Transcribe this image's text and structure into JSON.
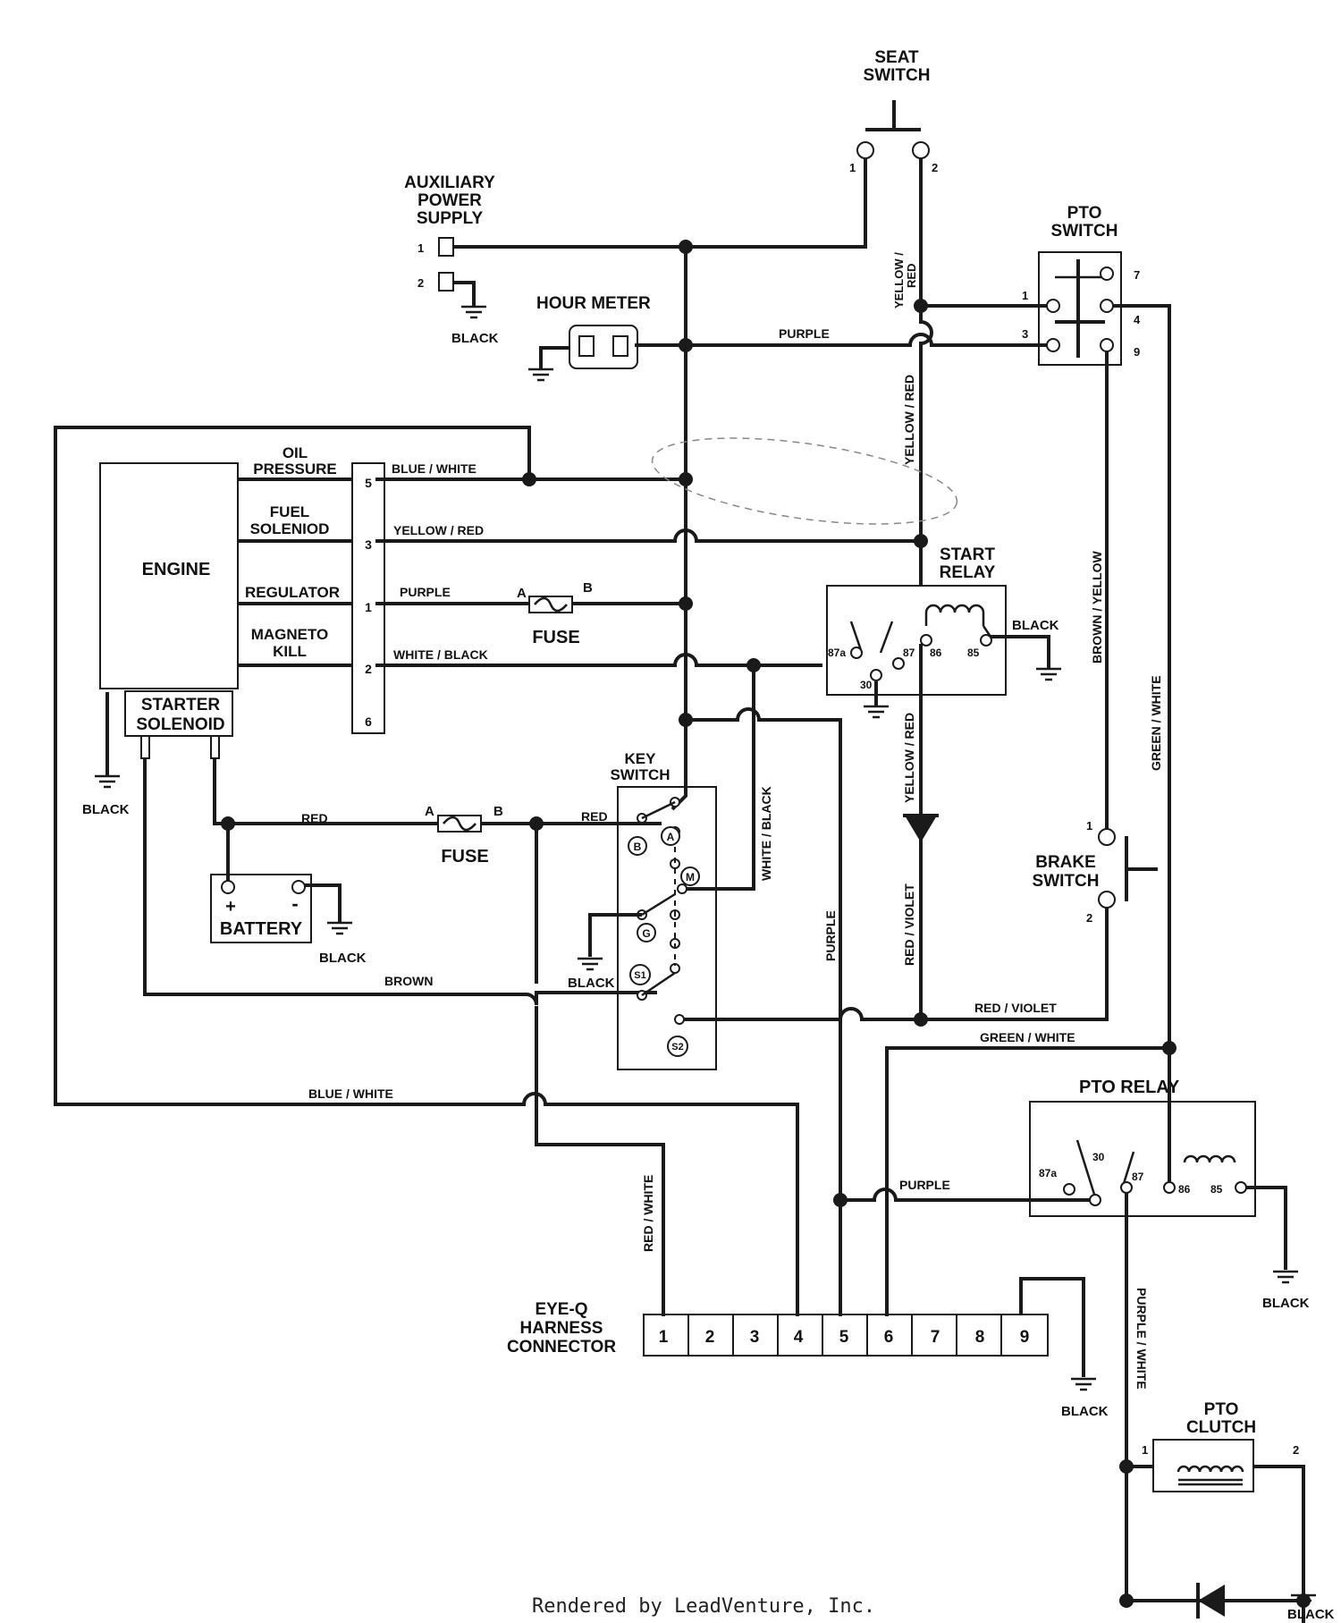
{
  "labels": {
    "seat_switch_1": "SEAT",
    "seat_switch_2": "SWITCH",
    "aux_1": "AUXILIARY",
    "aux_2": "POWER",
    "aux_3": "SUPPLY",
    "pto_switch_1": "PTO",
    "pto_switch_2": "SWITCH",
    "hour_meter": "HOUR METER",
    "engine": "ENGINE",
    "oil_1": "OIL",
    "oil_2": "PRESSURE",
    "fuel_1": "FUEL",
    "fuel_2": "SOLENIOD",
    "regulator": "REGULATOR",
    "magneto_1": "MAGNETO",
    "magneto_2": "KILL",
    "starter_1": "STARTER",
    "starter_2": "SOLENOID",
    "start_relay_1": "START",
    "start_relay_2": "RELAY",
    "fuse": "FUSE",
    "key_switch_1": "KEY",
    "key_switch_2": "SWITCH",
    "battery": "BATTERY",
    "brake_switch_1": "BRAKE",
    "brake_switch_2": "SWITCH",
    "pto_relay": "PTO RELAY",
    "eyeq_1": "EYE-Q",
    "eyeq_2": "HARNESS",
    "eyeq_3": "CONNECTOR",
    "pto_clutch_1": "PTO",
    "pto_clutch_2": "CLUTCH",
    "footer": "Rendered by LeadVenture, Inc."
  },
  "wires": {
    "black": "BLACK",
    "purple": "PURPLE",
    "yellow_red": "YELLOW / RED",
    "yellow_red_split_1": "YELLOW /",
    "yellow_red_split_2": "RED",
    "blue_white": "BLUE / WHITE",
    "white_black": "WHITE / BLACK",
    "red": "RED",
    "brown": "BROWN",
    "brown_yellow": "BROWN / YELLOW",
    "green_white": "GREEN / WHITE",
    "red_violet": "RED / VIOLET",
    "red_white": "RED / WHITE",
    "purple_white": "PURPLE / WHITE"
  },
  "pins": {
    "seat": [
      "1",
      "2"
    ],
    "aux": [
      "1",
      "2"
    ],
    "pto_switch": [
      "1",
      "3",
      "7",
      "4",
      "9"
    ],
    "engine_connector": [
      "5",
      "3",
      "1",
      "2",
      "6"
    ],
    "start_relay": [
      "87a",
      "30",
      "87",
      "86",
      "85"
    ],
    "fuse_ab": [
      "A",
      "B"
    ],
    "key": [
      "A",
      "B",
      "M",
      "G",
      "S1",
      "S2"
    ],
    "battery": [
      "+",
      "-"
    ],
    "brake": [
      "1",
      "2"
    ],
    "pto_relay": [
      "87a",
      "30",
      "87",
      "86",
      "85"
    ],
    "harness": [
      "1",
      "2",
      "3",
      "4",
      "5",
      "6",
      "7",
      "8",
      "9"
    ],
    "clutch": [
      "1",
      "2"
    ]
  }
}
